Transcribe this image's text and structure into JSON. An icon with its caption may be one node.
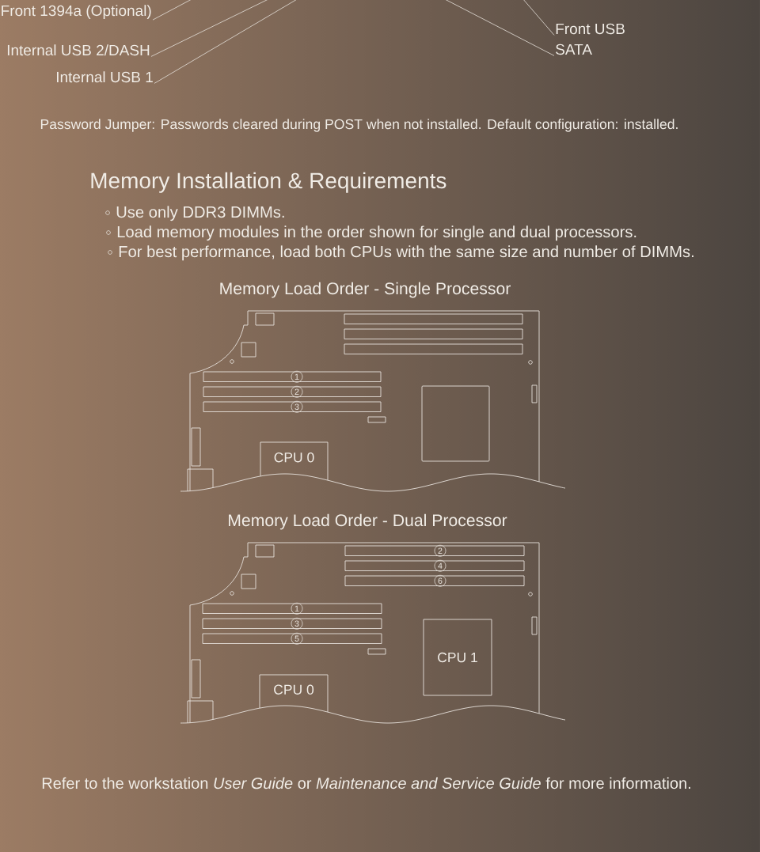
{
  "diagram": {
    "title": "Memory Installation & Requirements",
    "nodes": [
      {
        "text": [
          "Front 1394a (Optional)"
        ]
      },
      {
        "text": [
          "Internal USB 2/DASH"
        ]
      },
      {
        "text": [
          "Internal USB 1"
        ]
      },
      {
        "text": [
          "Front USB"
        ]
      },
      {
        "text": [
          "SATA"
        ]
      },
      {
        "text": [
          "Memory Load Order - Single Processor"
        ]
      },
      {
        "text": [],
        "shape": "bar",
        "in": 5
      },
      {
        "text": [],
        "shape": "bar",
        "in": 5
      },
      {
        "text": [],
        "shape": "bar",
        "in": 5
      },
      {
        "text": [
          "1"
        ],
        "in": 5
      },
      {
        "text": [
          "2"
        ],
        "in": 5
      },
      {
        "text": [
          "3"
        ],
        "in": 5
      },
      {
        "text": [],
        "shape": "box",
        "in": 5
      },
      {
        "text": [
          "CPU 0"
        ],
        "in": 5
      },
      {
        "text": [
          "Memory Load Order - Dual Processor"
        ]
      },
      {
        "text": [
          "2"
        ],
        "in": 14
      },
      {
        "text": [
          "4"
        ],
        "in": 14
      },
      {
        "text": [
          "6"
        ],
        "in": 14
      },
      {
        "text": [
          "1"
        ],
        "in": 14
      },
      {
        "text": [
          "3"
        ],
        "in": 14
      },
      {
        "text": [
          "5"
        ],
        "in": 14
      },
      {
        "text": [
          "CPU 1"
        ],
        "in": 14
      },
      {
        "text": [
          "CPU 0"
        ],
        "in": 14
      }
    ],
    "edges": [
      {
        "from": 0,
        "to": null,
        "arrow": "none"
      },
      {
        "from": 1,
        "to": null,
        "arrow": "none"
      },
      {
        "from": 2,
        "to": null,
        "arrow": "none"
      },
      {
        "from": 3,
        "to": null,
        "arrow": "none"
      },
      {
        "from": 4,
        "to": null,
        "arrow": "none"
      }
    ],
    "labels": [
      "Password Jumper: Passwords cleared during POST when not installed. Default configuration: installed.",
      "Use only DDR3 DIMMs.",
      "Load memory modules in the order shown for single and dual processors.",
      "For best performance, load both CPUs with the same size and number of DIMMs.",
      "Refer to the workstation *User Guide* or *Maintenance and Service Guide* for more information."
    ]
  }
}
